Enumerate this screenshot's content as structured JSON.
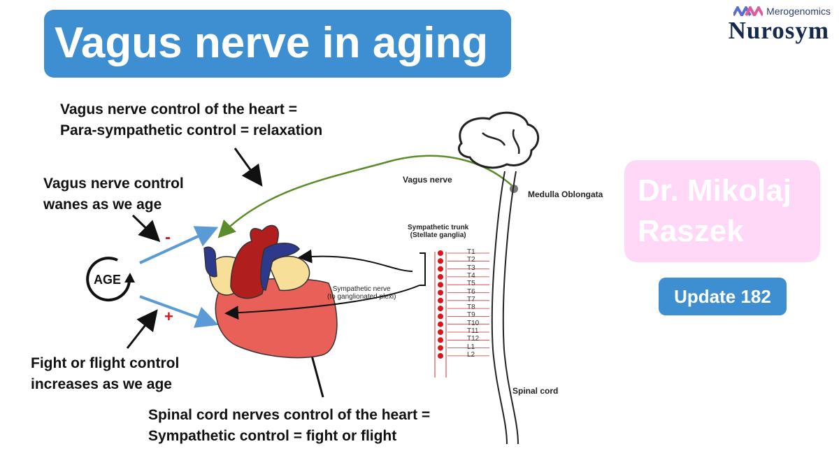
{
  "title": "Vagus nerve in aging",
  "brand": {
    "sub": "Merogenomics",
    "main": "Nurosym"
  },
  "author": {
    "line1": "Dr. Mikolaj",
    "line2": "Raszek"
  },
  "update_label": "Update 182",
  "annotations": {
    "vagus_control": [
      "Vagus nerve control of the heart =",
      "Para-sympathetic control = relaxation"
    ],
    "wanes": [
      "Vagus nerve control",
      "wanes as we age"
    ],
    "fight": [
      "Fight or flight control",
      "increases as we age"
    ],
    "spinal": [
      "Spinal cord nerves control of the heart =",
      "Sympathetic control = fight or flight"
    ]
  },
  "age_label": "AGE",
  "minus_sign": "-",
  "plus_sign": "+",
  "diagram_labels": {
    "vagus_nerve": "Vagus nerve",
    "medulla": "Medulla Oblongata",
    "symp_trunk": [
      "Sympathetic trunk",
      "(Stellate ganglia)"
    ],
    "symp_nerve": [
      "Sympathetic nerve",
      "(to ganglionated plexi)"
    ],
    "spinal_cord": "Spinal cord",
    "vertebrae": [
      "T1",
      "T2",
      "T3",
      "T4",
      "T5",
      "T6",
      "T7",
      "T8",
      "T9",
      "T10",
      "T11",
      "T12",
      "L1",
      "L2"
    ]
  },
  "colors": {
    "blue": "#3d8fd1",
    "pink": "#ffd8f8",
    "red": "#d9161c",
    "green": "#5b8c2a"
  }
}
